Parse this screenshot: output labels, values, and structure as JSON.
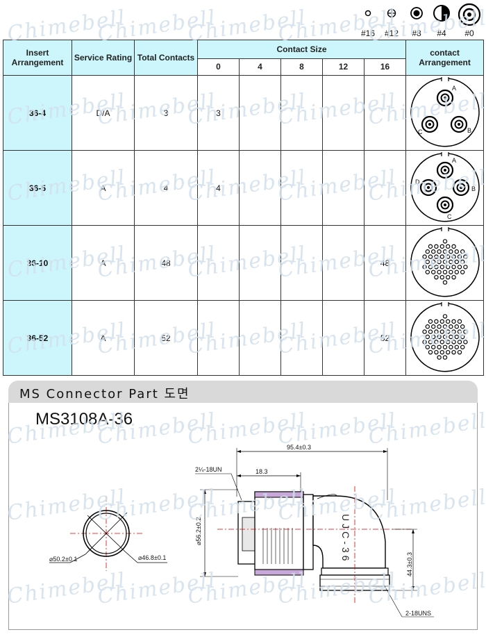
{
  "legend": [
    {
      "label": "#16",
      "icon": "contact-16-icon"
    },
    {
      "label": "#12",
      "icon": "contact-12-icon"
    },
    {
      "label": "#8",
      "icon": "contact-8-icon"
    },
    {
      "label": "#4",
      "icon": "contact-4-icon"
    },
    {
      "label": "#0",
      "icon": "contact-0-icon"
    }
  ],
  "table": {
    "headers": {
      "insert_arrangement": "Insert Arrangement",
      "service_rating": "Service Rating",
      "total_contacts": "Total Contacts",
      "contact_size": "Contact Size",
      "contact_arrangement": "contact Arrangement",
      "sizes": [
        "0",
        "4",
        "8",
        "12",
        "16"
      ]
    },
    "rows": [
      {
        "arrangement": "36-4",
        "rating": "D/A",
        "total": "3",
        "sizes": [
          "3",
          "",
          "",
          "",
          ""
        ],
        "pin_letters": [
          "A",
          "B",
          "C"
        ]
      },
      {
        "arrangement": "36-5",
        "rating": "A",
        "total": "4",
        "sizes": [
          "4",
          "",
          "",
          "",
          ""
        ],
        "pin_letters": [
          "A",
          "B",
          "C",
          "D"
        ]
      },
      {
        "arrangement": "36-10",
        "rating": "A",
        "total": "48",
        "sizes": [
          "",
          "",
          "",
          "",
          "48"
        ],
        "pin_letters": []
      },
      {
        "arrangement": "36-52",
        "rating": "A",
        "total": "52",
        "sizes": [
          "",
          "",
          "",
          "",
          "52"
        ],
        "pin_letters": []
      }
    ]
  },
  "section": {
    "title": "MS Connector Part 도면"
  },
  "drawing": {
    "part_name": "MS3108A-36",
    "dims": {
      "outer_dia": "⌀50.2±0.1",
      "inner_dia": "⌀46.8±0.1",
      "overall_length": "95.4±0.3",
      "thread_top": "2¼-18UN",
      "thread_len": "18.3",
      "body_dia": "⌀56.2±0.2",
      "drop": "44.3±0.3",
      "thread_bottom": "2-18UNS",
      "body_marking": "UJC-36"
    }
  },
  "watermark": "Chimebell"
}
